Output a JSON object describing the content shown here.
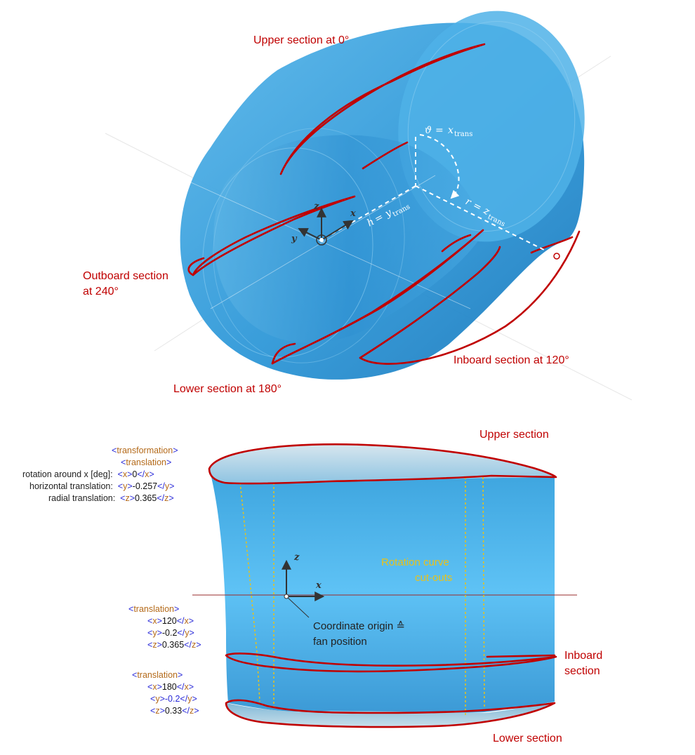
{
  "top_diagram": {
    "labels": {
      "upper": "Upper section at 0°",
      "outboard_1": "Outboard section",
      "outboard_2": "at 240°",
      "lower": "Lower section at 180°",
      "inboard": "Inboard section at 120°"
    },
    "axes": {
      "x": "x",
      "y": "y",
      "z": "z"
    },
    "annotations": {
      "theta": {
        "lhs": "ϑ",
        "rhs": "x",
        "sub": "trans"
      },
      "r": {
        "lhs": "r",
        "rhs": "z",
        "sub": "trans"
      },
      "h": {
        "lhs": "h",
        "rhs": "y",
        "sub": "trans"
      }
    }
  },
  "bottom_diagram": {
    "labels": {
      "upper": "Upper section",
      "inboard_1": "Inboard",
      "inboard_2": "section",
      "lower": "Lower section",
      "rotation_1": "Rotation curve",
      "rotation_2": "cut-outs",
      "origin_1": "Coordinate origin ≙",
      "origin_2": "fan position"
    },
    "axes": {
      "x": "x",
      "z": "z"
    },
    "xml_blocks": [
      {
        "outer_tag": "transformation",
        "inner_tag": "translation",
        "rows": [
          {
            "caption": "rotation around x [deg]:",
            "tag": "x",
            "value": "0"
          },
          {
            "caption": "horizontal translation:",
            "tag": "y",
            "value": "-0.257"
          },
          {
            "caption": "radial translation:",
            "tag": "z",
            "value": "0.365"
          }
        ]
      },
      {
        "inner_tag": "translation",
        "rows": [
          {
            "tag": "x",
            "value": "120"
          },
          {
            "tag": "y",
            "value": "-0.2"
          },
          {
            "tag": "z",
            "value": "0.365"
          }
        ]
      },
      {
        "inner_tag": "translation",
        "rows": [
          {
            "tag": "x",
            "value": "180"
          },
          {
            "tag": "y",
            "value": "-0.2"
          },
          {
            "tag": "z",
            "value": "0.33"
          }
        ]
      }
    ]
  },
  "colors": {
    "section_curve": "#c00000",
    "nacelle_blue": "#3aa3de",
    "nacelle_dark": "#1e7dbe",
    "rotation_curve": "#e8c21a",
    "xml_tag": "#b46a1a",
    "xml_bracket": "#2a2ad8"
  }
}
